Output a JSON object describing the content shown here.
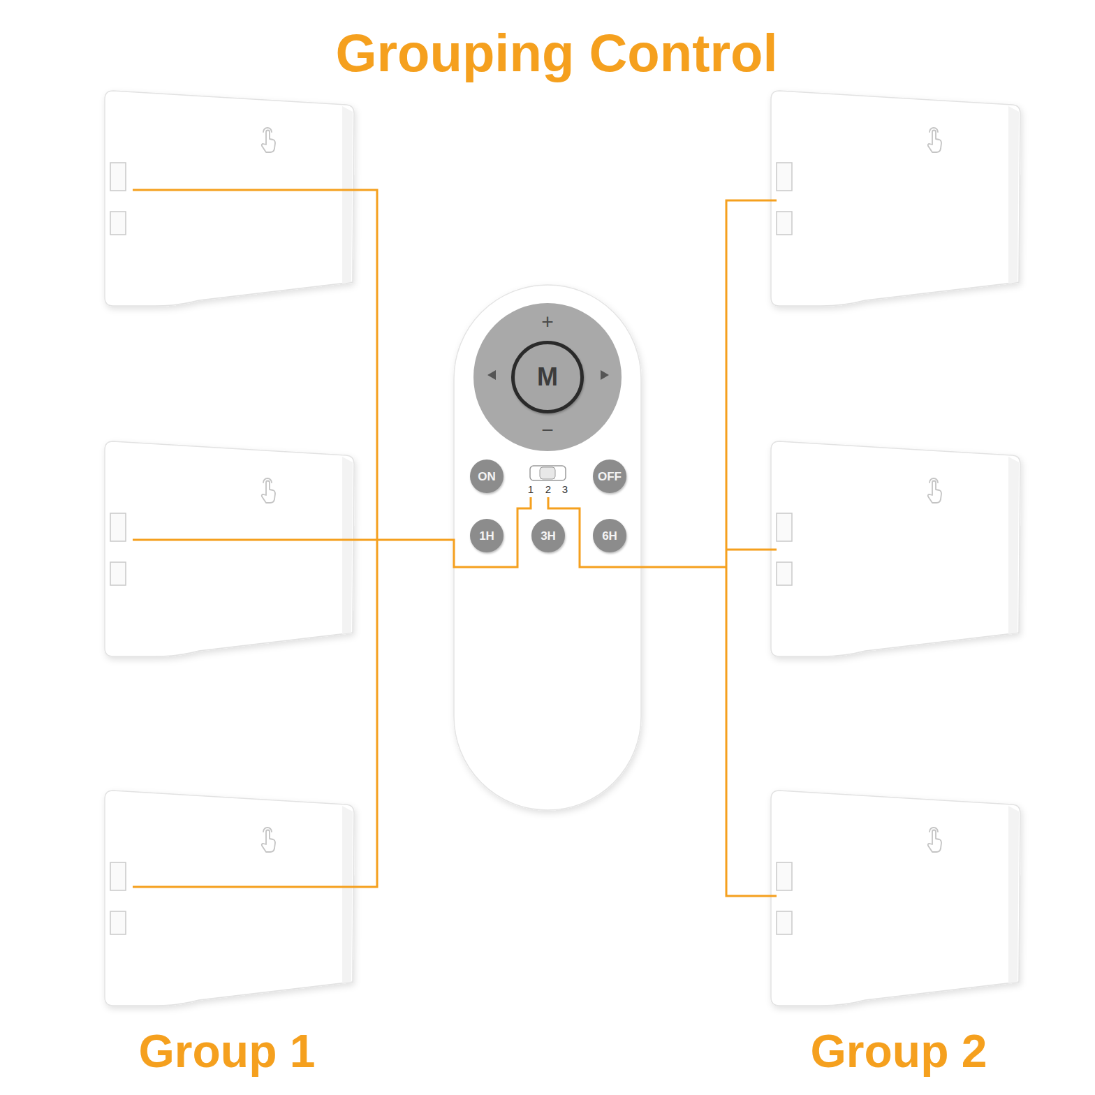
{
  "diagram": {
    "title": "Grouping Control",
    "nodes": [
      {
        "text": [
          "M"
        ]
      },
      {
        "text": [
          "ON"
        ]
      },
      {
        "text": [
          "OFF"
        ]
      },
      {
        "text": [
          "1H"
        ]
      },
      {
        "text": [
          "3H"
        ]
      },
      {
        "text": [
          "6H"
        ]
      }
    ],
    "labels": [
      "+",
      "−",
      "1",
      "2",
      "3",
      "Group 1",
      "Group 2"
    ]
  }
}
